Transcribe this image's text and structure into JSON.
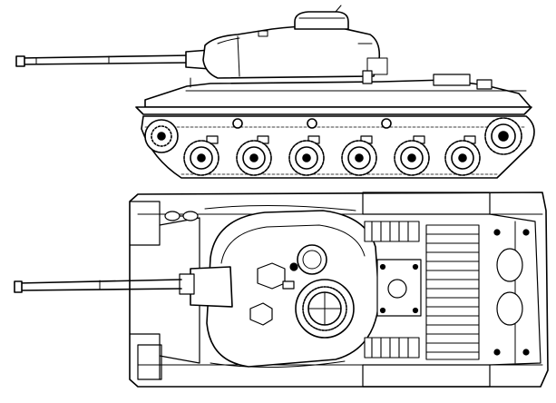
{
  "drawing": {
    "style": "black-and-white technical line drawing",
    "views": [
      "side-elevation",
      "top-plan"
    ],
    "ink_color": "#000000",
    "paper_color": "#ffffff",
    "side_view_road_wheels": 6,
    "side_view_return_rollers": 3,
    "top_view_engine_grille_slats": 14,
    "printed_text": []
  }
}
